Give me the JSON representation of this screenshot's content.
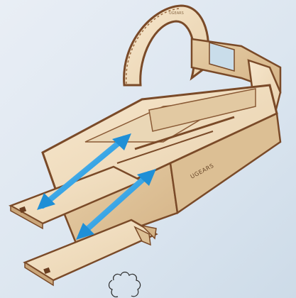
{
  "image": {
    "subject": "wooden-model-kit-drawers",
    "background_color": "#dce6f0",
    "wood_color": "#f0ddbf",
    "edge_color": "#7a4a28",
    "arrow_color": "#3aa6e6",
    "brand_mark": "UGEARS",
    "corner_mark": "UGEARS"
  }
}
